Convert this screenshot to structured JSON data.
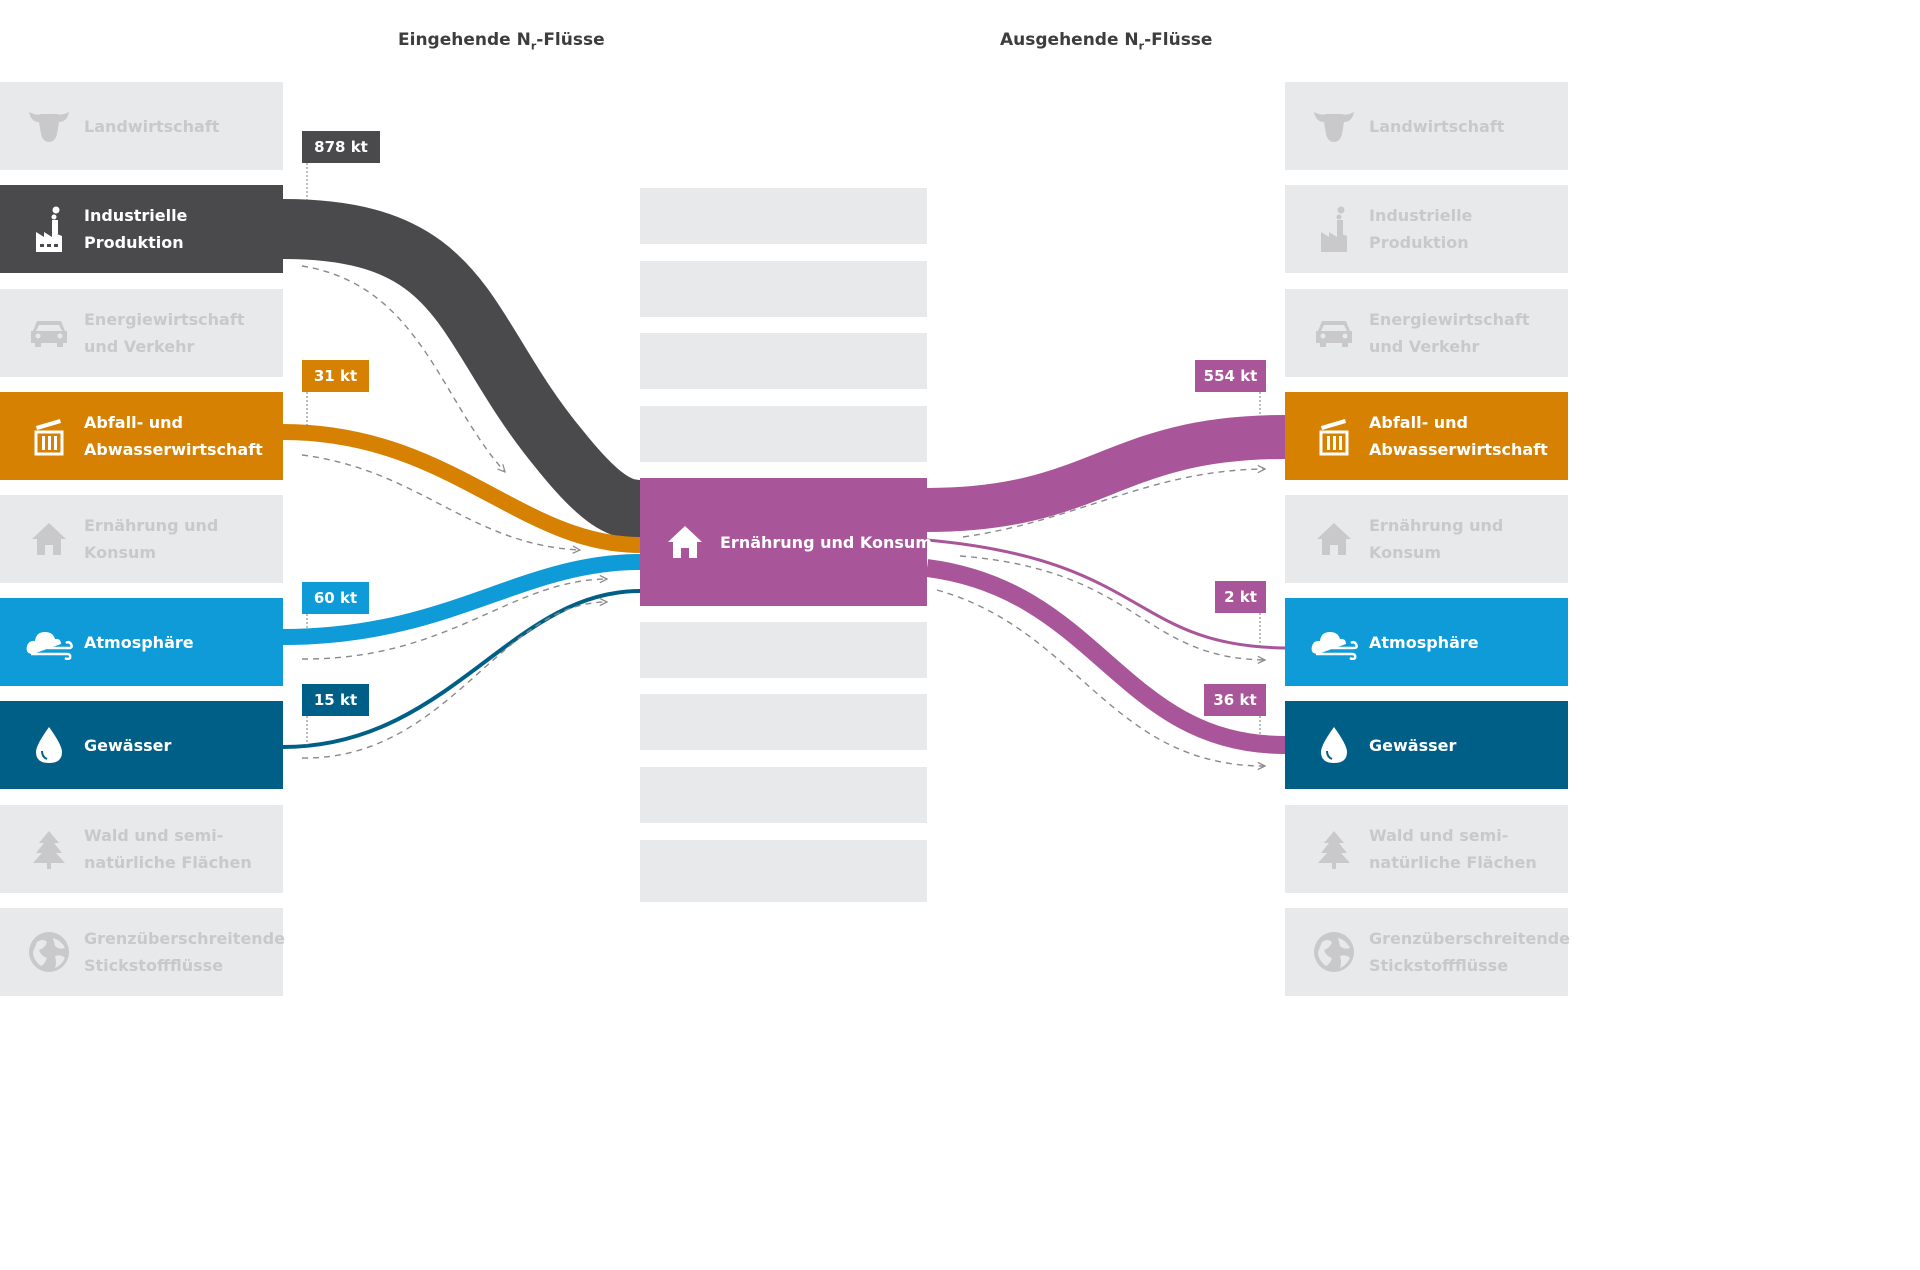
{
  "headings": {
    "incoming_prefix": "Eingehende N",
    "incoming_sub": "r",
    "incoming_suffix": "-Flüsse",
    "outgoing_prefix": "Ausgehende N",
    "outgoing_sub": "r",
    "outgoing_suffix": "-Flüsse"
  },
  "sectors": {
    "landwirtschaft": {
      "label": "Landwirtschaft",
      "icon": "cow-icon"
    },
    "industrie": {
      "label": "Industrielle\nProduktion",
      "icon": "factory-icon"
    },
    "energie": {
      "label": "Energiewirtschaft\nund Verkehr",
      "icon": "car-icon"
    },
    "abfall": {
      "label": "Abfall- und\nAbwasserwirtschaft",
      "icon": "trash-bin-icon"
    },
    "ernaehrung": {
      "label": "Ernährung und Konsum",
      "icon": "house-icon"
    },
    "atmosphaere": {
      "label": "Atmosphäre",
      "icon": "cloud-wind-icon"
    },
    "gewaesser": {
      "label": "Gewässer",
      "icon": "water-drop-icon"
    },
    "wald": {
      "label": "Wald und semi-\nnatürliche Flächen",
      "icon": "tree-icon"
    },
    "grenz": {
      "label": "Grenzüberschreitende\nStickstoffflüsse",
      "icon": "globe-icon"
    }
  },
  "center": {
    "label": "Ernährung und Konsum",
    "icon": "house-icon"
  },
  "flows_in": [
    {
      "from": "Industrielle Produktion",
      "value_label": "878 kt",
      "color": "#4a4a4c"
    },
    {
      "from": "Abfall- und Abwasserwirtschaft",
      "value_label": "31 kt",
      "color": "#d68101"
    },
    {
      "from": "Atmosphäre",
      "value_label": "60 kt",
      "color": "#0e9bd8"
    },
    {
      "from": "Gewässer",
      "value_label": "15 kt",
      "color": "#005f86"
    }
  ],
  "flows_out": [
    {
      "to": "Abfall- und Abwasserwirtschaft",
      "value_label": "554 kt",
      "color": "#a9559a"
    },
    {
      "to": "Atmosphäre",
      "value_label": "2 kt",
      "color": "#a9559a"
    },
    {
      "to": "Gewässer",
      "value_label": "36 kt",
      "color": "#a9559a"
    }
  ],
  "colors": {
    "industrie": "#4a4a4c",
    "abfall": "#d68101",
    "atmosphaere": "#0e9bd8",
    "gewaesser": "#005f86",
    "ernaehrung": "#a9559a",
    "inactive_box": "#e8e9ea",
    "inactive_text": "#c9c9cb"
  }
}
